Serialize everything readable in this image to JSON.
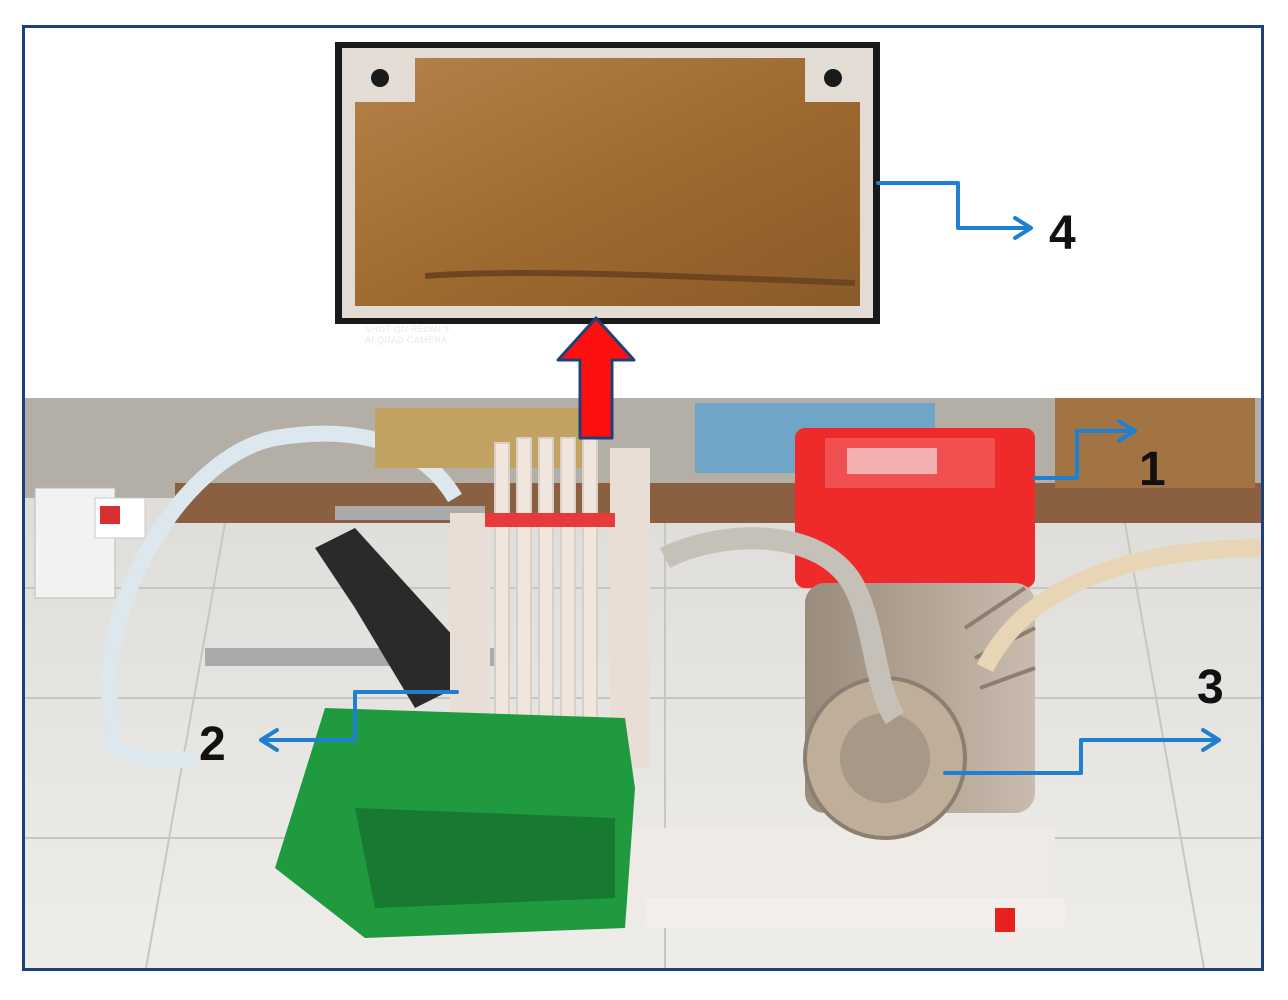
{
  "image": {
    "colors": {
      "frame": "#1f3f7a",
      "arrow": "#1f7fd0",
      "up_arrow_fill": "#ff1010",
      "up_arrow_stroke": "#1f3f7a",
      "filter_plate": "#a67435",
      "motor_cover": "#ee2a2a",
      "tray": "#1f9a3e",
      "floor": "#e6e4e0"
    },
    "callouts": [
      {
        "id": "1",
        "label": "1"
      },
      {
        "id": "2",
        "label": "2"
      },
      {
        "id": "3",
        "label": "3"
      },
      {
        "id": "4",
        "label": "4"
      }
    ],
    "inset": {
      "caption_line1": "SHOT ON REDMI 9",
      "caption_line2": "AI QUAD CAMERA"
    }
  }
}
